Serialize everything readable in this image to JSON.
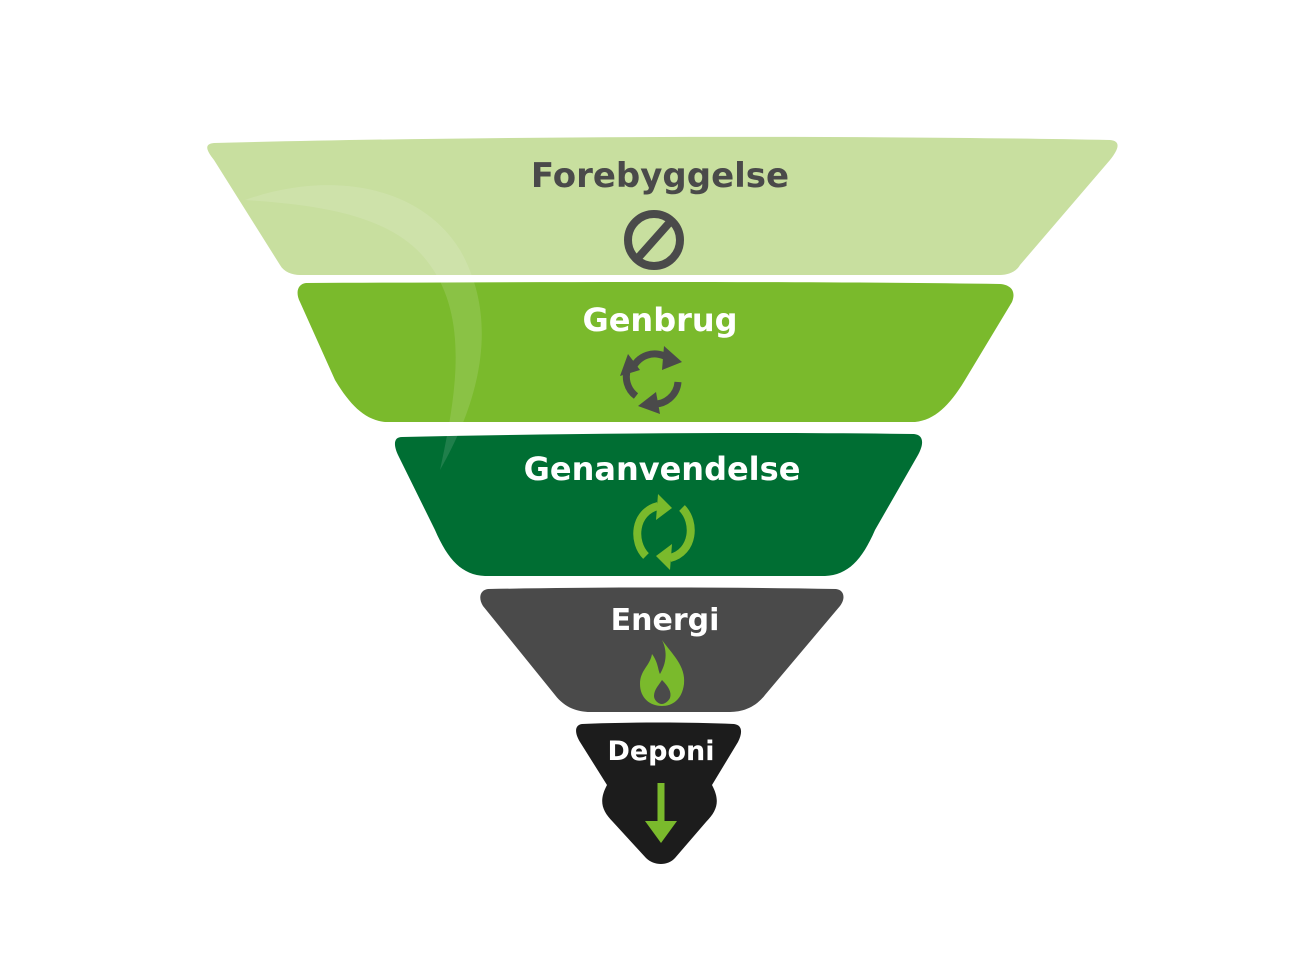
{
  "diagram": {
    "type": "inverted-pyramid",
    "tiers": [
      {
        "label": "Forebyggelse",
        "icon": "prohibit-icon",
        "fill": "#c8df9f",
        "text_color": "#4a4a4a",
        "icon_color": "#4a4a4a"
      },
      {
        "label": "Genbrug",
        "icon": "recycle-icon",
        "fill": "#7aba2c",
        "text_color": "#ffffff",
        "icon_color": "#4a4a4a"
      },
      {
        "label": "Genanvendelse",
        "icon": "refresh-icon",
        "fill": "#006e33",
        "text_color": "#ffffff",
        "icon_color": "#7aba2c"
      },
      {
        "label": "Energi",
        "icon": "flame-icon",
        "fill": "#4a4a4a",
        "text_color": "#ffffff",
        "icon_color": "#7aba2c"
      },
      {
        "label": "Deponi",
        "icon": "arrow-down-icon",
        "fill": "#1c1c1c",
        "text_color": "#ffffff",
        "icon_color": "#7aba2c"
      }
    ]
  }
}
